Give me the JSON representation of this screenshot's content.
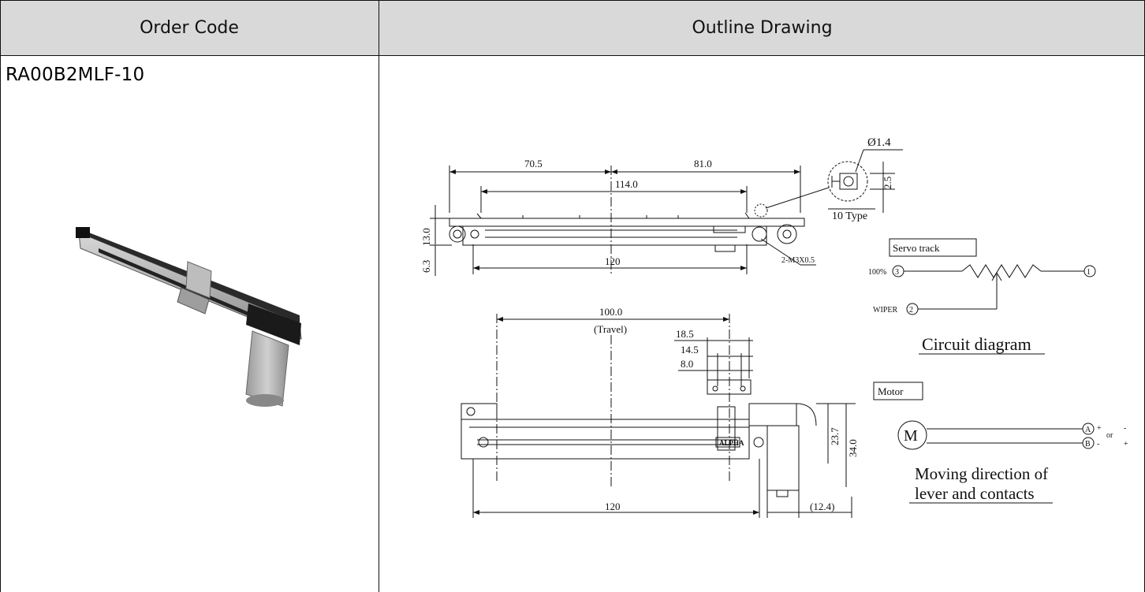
{
  "table": {
    "headers": {
      "order_code": "Order Code",
      "outline_drawing": "Outline Drawing"
    },
    "row": {
      "order_code": "RA00B2MLF-10"
    }
  },
  "drawing": {
    "top_view": {
      "dim_left": "70.5",
      "dim_right": "81.0",
      "dim_mid": "114.0",
      "dim_height": "13.0",
      "dim_base": "6.3",
      "dim_length": "120",
      "screw": "2-M3X0.5"
    },
    "detail": {
      "diameter": "Ø1.4",
      "pitch": "2.5",
      "type_label": "10 Type"
    },
    "front_view": {
      "travel_value": "100.0",
      "travel_label": "(Travel)",
      "dim_a": "18.5",
      "dim_b": "14.5",
      "dim_c": "8.0",
      "height_a": "23.7",
      "height_b": "34.0",
      "length": "120",
      "motor_offset": "(12.4)",
      "brand": "ALPHA"
    },
    "circuit": {
      "servo_title": "Servo track",
      "label_100": "100%",
      "pin3": "3",
      "pin1": "1",
      "pin2": "2",
      "wiper": "WIPER",
      "caption": "Circuit diagram"
    },
    "motor": {
      "title": "Motor",
      "symbol": "M",
      "pin_a": "A",
      "pin_b": "B",
      "plus_a": "+",
      "minus_a": "-",
      "or": "or",
      "minus_b": "-",
      "plus_b": "+",
      "caption_line1": "Moving direction of",
      "caption_line2": "lever and contacts"
    }
  }
}
